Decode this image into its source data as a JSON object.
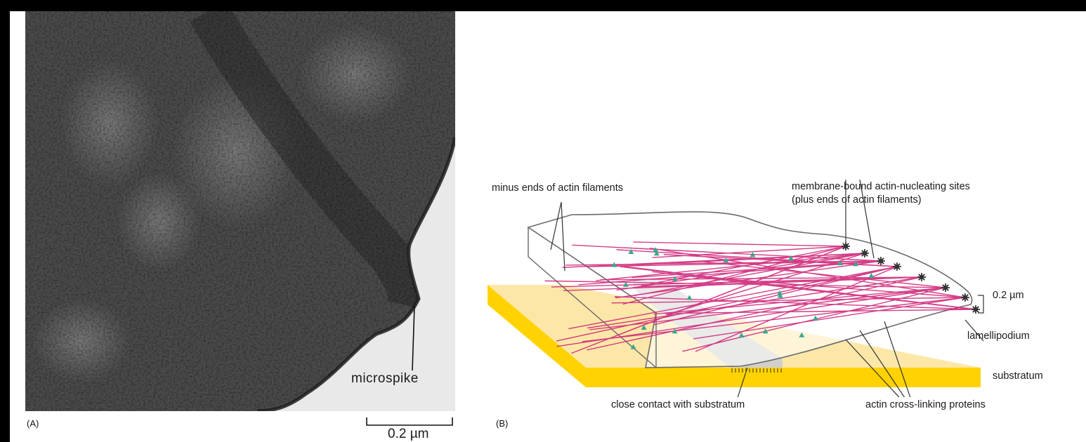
{
  "panel_a": {
    "label": "(A)",
    "microspike_label": "microspike",
    "scale_bar_label": "0.2 µm"
  },
  "panel_b": {
    "label": "(B)",
    "minus_ends_label": "minus ends of actin filaments",
    "nucleating_label_1": "membrane-bound actin-nucleating sites",
    "nucleating_label_2": "(plus ends of actin filaments)",
    "thickness_label": "0.2 µm",
    "lamellipodium_label": "lamellipodium",
    "substratum_label": "substratum",
    "close_contact_label": "close contact with substratum",
    "crosslinking_label": "actin cross-linking proteins"
  },
  "colors": {
    "actin_filament": "#d0287a",
    "substratum_top": "#fde7a8",
    "substratum_side": "#ffd200",
    "crosslinker": "#3aa88a",
    "close_contact": "#cfcfcf"
  }
}
